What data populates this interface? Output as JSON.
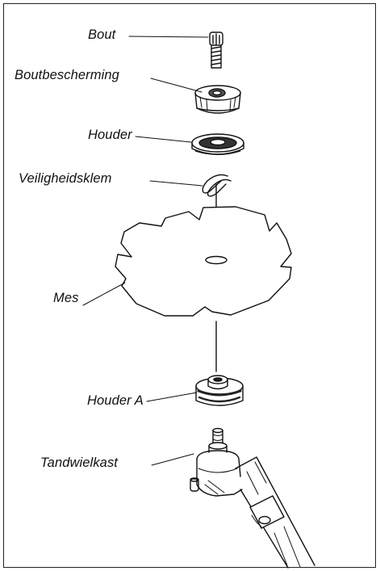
{
  "labels": {
    "bolt": "Bout",
    "bolt_guard": "Boutbescherming",
    "holder": "Houder",
    "safety_clip": "Veiligheidsklem",
    "blade": "Mes",
    "holder_a": "Houder A",
    "gearbox": "Tandwielkast"
  },
  "colors": {
    "line": "#111111",
    "background": "#ffffff"
  }
}
